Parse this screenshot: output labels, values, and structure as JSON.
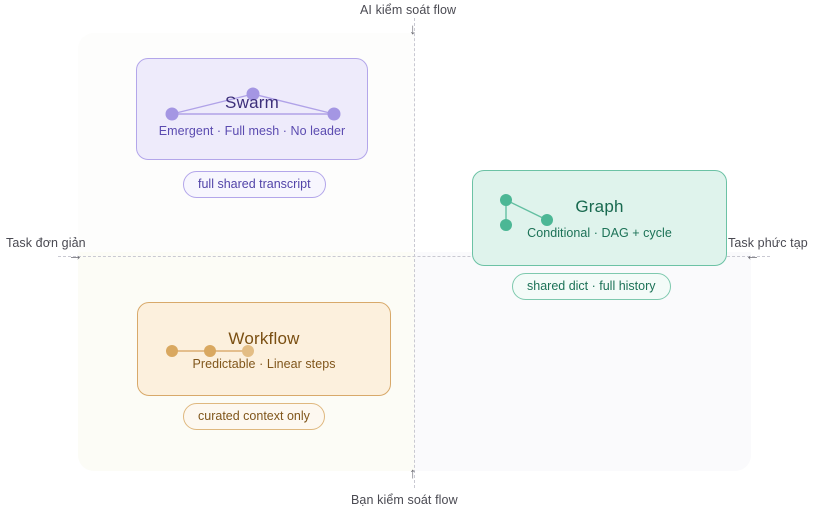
{
  "axes": {
    "top_label": "AI kiểm soát flow",
    "bottom_label": "Bạn kiểm soát flow",
    "left_label": "Task đơn giản",
    "right_label": "Task phức tạp",
    "top_arrow": "↓",
    "bottom_arrow": "↑",
    "left_arrow": "→",
    "right_arrow": "←"
  },
  "quadrants": [
    {
      "id": "swarm",
      "title": "Swarm",
      "subtitle": "Emergent · Full mesh · No leader",
      "pill": "full shared transcript",
      "accent": "#7c6ad6",
      "fill": "#eeebfb",
      "border": "#b3a6ea",
      "node_layout": "triangle-mesh",
      "node_count": 3
    },
    {
      "id": "graph",
      "title": "Graph",
      "subtitle": "Conditional · DAG + cycle",
      "pill": "shared dict · full history",
      "accent": "#3cb08a",
      "fill": "#dff3ec",
      "border": "#6cc2a5",
      "node_layout": "dag-branch",
      "node_count": 3
    },
    {
      "id": "workflow",
      "title": "Workflow",
      "subtitle": "Predictable · Linear steps",
      "pill": "curated context only",
      "accent": "#d9a15a",
      "fill": "#fcf0dd",
      "border": "#d8a96a",
      "node_layout": "linear-chain",
      "node_count": 3
    }
  ],
  "colors": {
    "axis_line": "#c9c9d2",
    "panel_bg": "#fcfcfd",
    "quad_top_left": "#fdfdfc",
    "quad_top_right": "#ffffff",
    "quad_bottom_left": "#fcfcf6",
    "quad_bottom_right": "#fafafc",
    "label_text": "#4a4a52"
  }
}
